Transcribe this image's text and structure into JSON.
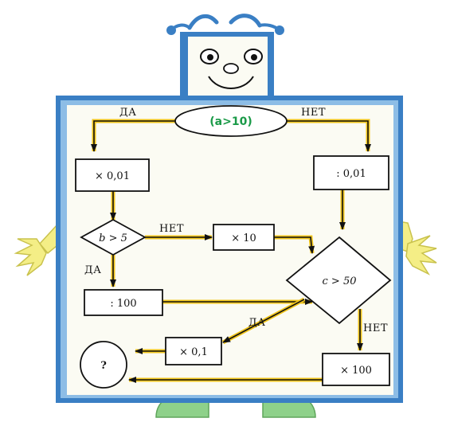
{
  "colors": {
    "frame": "#3a7fc4",
    "frame_light": "#8dbde6",
    "paper": "#fbfbf3",
    "character": "#f4ee86",
    "character_stroke": "#c9c24d",
    "feet": "#8ed18a",
    "arrow": "#f0c51c",
    "start_text": "#1a9a48",
    "ink": "#111111"
  },
  "start": {
    "label": "(a>10)"
  },
  "labels": {
    "yes_top": "ДА",
    "no_top": "НЕТ",
    "no_middle": "НЕТ",
    "yes_middle": "ДА",
    "yes_right": "ДА",
    "no_right": "НЕТ"
  },
  "boxes": {
    "mul_001": "× 0,01",
    "div_001": ": 0,01",
    "mul_10": "× 10",
    "div_100": ": 100",
    "mul_01": "× 0,1",
    "mul_100": "× 100",
    "result": "?"
  },
  "decisions": {
    "b_gt_5": "b > 5",
    "c_gt_50": "c > 50"
  }
}
